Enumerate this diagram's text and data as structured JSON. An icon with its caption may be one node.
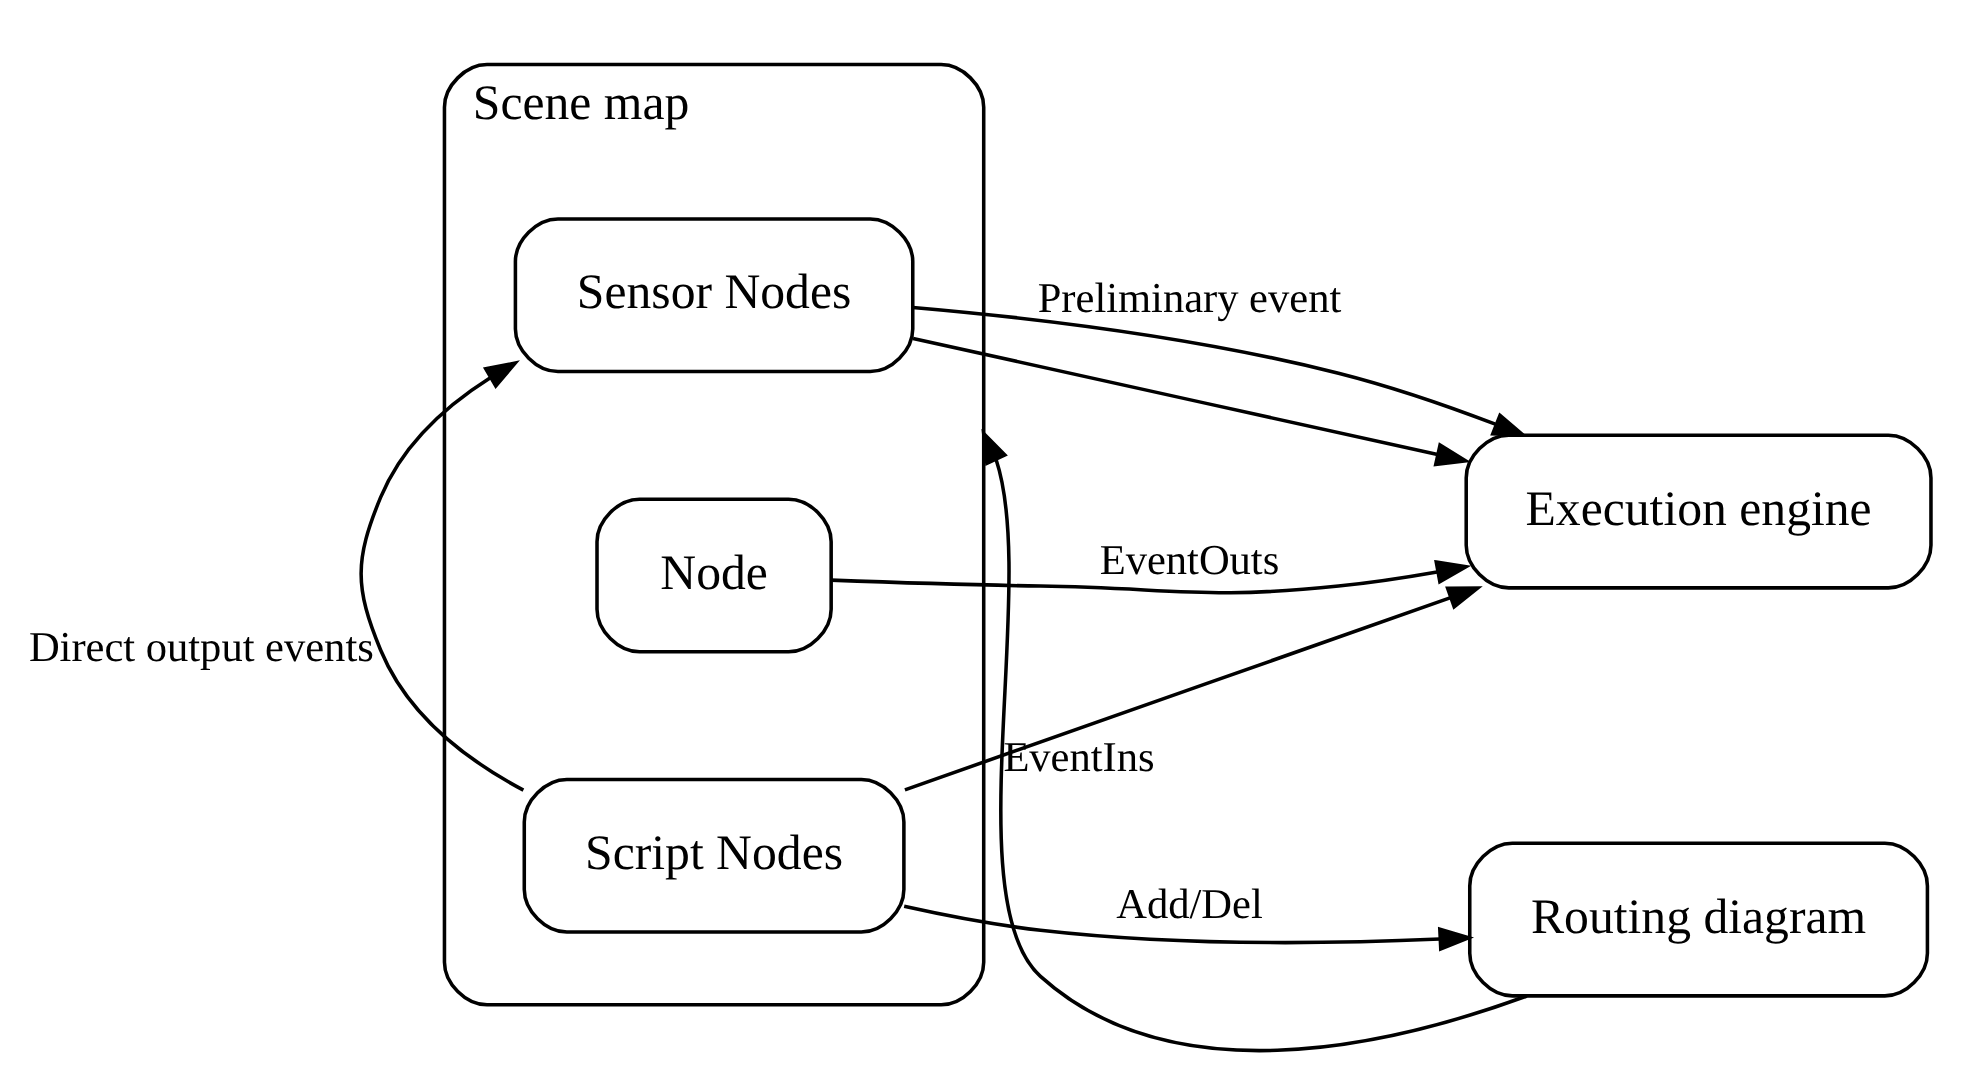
{
  "diagram": {
    "nodes": [
      {
        "text": [
          "Scene map"
        ]
      },
      {
        "text": [
          "Sensor Nodes"
        ],
        "in": 0
      },
      {
        "text": [
          "Node"
        ],
        "in": 0
      },
      {
        "text": [
          "Script Nodes"
        ],
        "in": 0
      },
      {
        "text": [
          "Execution engine"
        ]
      },
      {
        "text": [
          "Routing diagram"
        ]
      }
    ],
    "edges": [
      {
        "from": 1,
        "to": 4,
        "arrow": "to",
        "label": "Preliminary event"
      },
      {
        "from": 1,
        "to": 4,
        "arrow": "to"
      },
      {
        "from": 2,
        "to": 4,
        "arrow": "to",
        "label": "EventOuts"
      },
      {
        "from": 3,
        "to": 4,
        "arrow": "to"
      },
      {
        "from": 3,
        "to": 5,
        "arrow": "to",
        "label": "Add/Del"
      },
      {
        "from": 3,
        "to": 0,
        "arrow": "to",
        "label": "Direct output events"
      },
      {
        "from": 5,
        "to": 0,
        "arrow": "to",
        "label": "EventIns"
      }
    ]
  }
}
